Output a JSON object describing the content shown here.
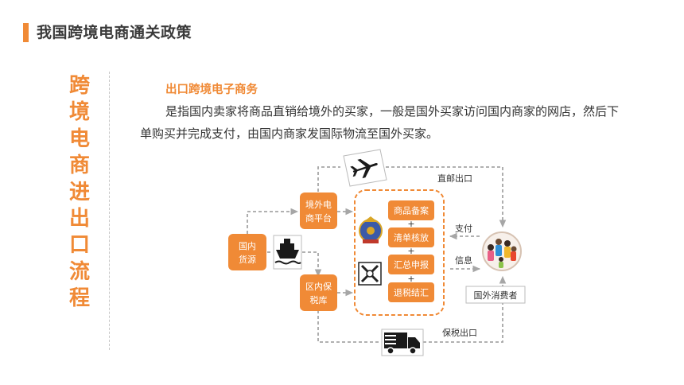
{
  "header": {
    "title": "我国跨境电商通关政策"
  },
  "side_title": [
    "跨",
    "境",
    "电",
    "商",
    "进",
    "出",
    "口",
    "流",
    "程"
  ],
  "section": {
    "subtitle": "出口跨境电子商务",
    "body": "是指国内卖家将商品直销给境外的买家，一般是国外买家访问国内商家的网店，然后下单购买并完成支付，由国内商家发国际物流至国外买家。"
  },
  "diagram": {
    "nodes": {
      "domestic_source": [
        "国内",
        "货源"
      ],
      "overseas_platform": [
        "境外电",
        "商平台"
      ],
      "bonded_warehouse": [
        "区内保",
        "税库"
      ]
    },
    "steps": [
      "商品备案",
      "清单核放",
      "汇总申报",
      "退税结汇"
    ],
    "plus": "+",
    "labels": {
      "direct_mail_export": "直邮出口",
      "payment": "支付",
      "information": "信息",
      "bonded_export": "保税出口",
      "overseas_consumer": "国外消费者"
    },
    "colors": {
      "accent": "#F08A36",
      "arrow": "#a6a6a6"
    }
  }
}
